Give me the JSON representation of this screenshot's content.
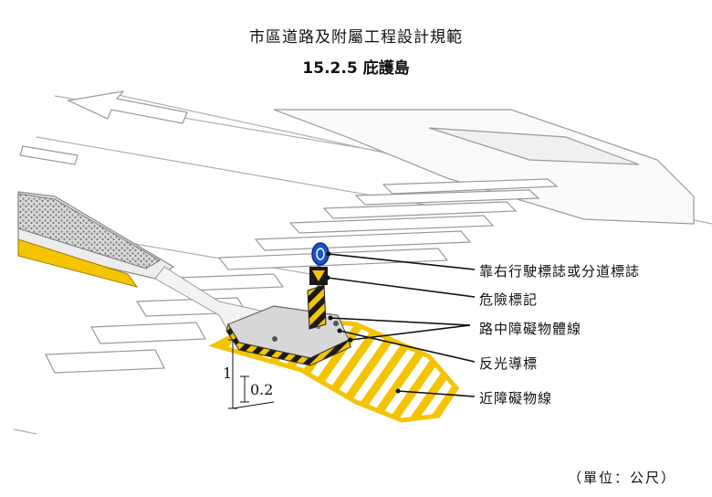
{
  "header": {
    "title": "市區道路及附屬工程設計規範",
    "subtitle": "15.2.5 庇護島"
  },
  "callouts": [
    {
      "label": "靠右行駛標誌或分道標誌"
    },
    {
      "label": "危險標記"
    },
    {
      "label": "路中障礙物體線"
    },
    {
      "label": "反光導標"
    },
    {
      "label": "近障礙物線"
    }
  ],
  "dimensions": {
    "height_label": "1",
    "curb_label": "0.2"
  },
  "unit_note": "（單位：公尺）",
  "colors": {
    "marking_yellow": "#f5c400",
    "line_gray": "#9a9a9a",
    "sign_blue": "#1a55c8",
    "hazard_black": "#1a1a1a"
  }
}
